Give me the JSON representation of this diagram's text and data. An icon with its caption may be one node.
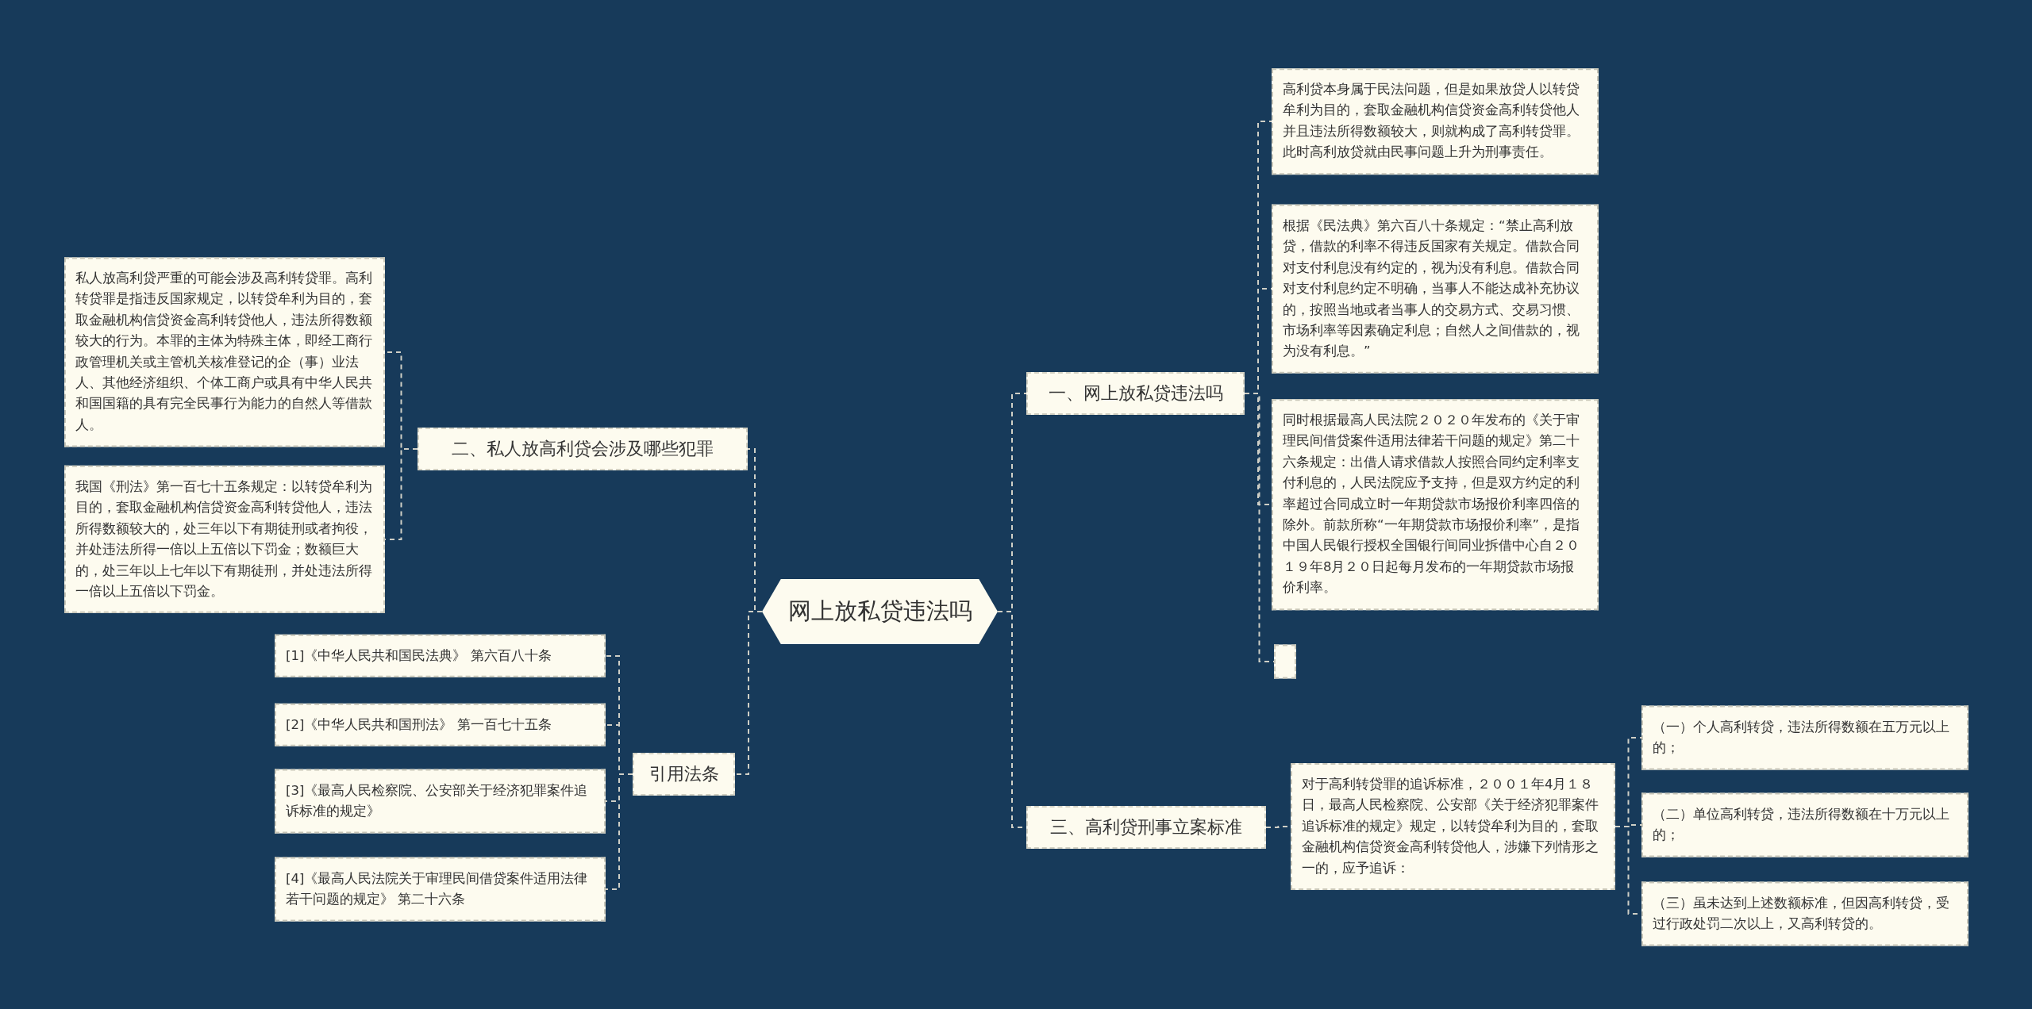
{
  "diagram": {
    "nodes": [
      {
        "text": [
          "网上放私贷违法吗"
        ]
      },
      {
        "text": [
          "一、网上放私贷违法吗"
        ]
      },
      {
        "text": [
          "高利贷本身属于民法问题，但是如果放贷人以转贷牟利为目的，套取金融机构信贷资金高利转贷他人并且违法所得数额较大，则就构成了高利转贷罪。此时高利放贷就由民事问题上升为刑事责任。"
        ]
      },
      {
        "text": [
          "根据《民法典》第六百八十条规定：“禁止高利放贷，借款的利率不得违反国家有关规定。借款合同对支付利息没有约定的，视为没有利息。借款合同对支付利息约定不明确，当事人不能达成补充协议的，按照当地或者当事人的交易方式、交易习惯、市场利率等因素确定利息；自然人之间借款的，视为没有利息。”"
        ]
      },
      {
        "text": [
          "同时根据最高人民法院２０２０年发布的《关于审理民间借贷案件适用法律若干问题的规定》第二十六条规定：出借人请求借款人按照合同约定利率支付利息的，人民法院应予支持，但是双方约定的利率超过合同成立时一年期贷款市场报价利率四倍的除外。前款所称“一年期贷款市场报价利率”，是指中国人民银行授权全国银行间同业拆借中心自２０１９年8月２０日起每月发布的一年期贷款市场报价利率。"
        ]
      },
      {
        "text": [],
        "shape": "box"
      },
      {
        "text": [
          "二、私人放高利贷会涉及哪些犯罪"
        ]
      },
      {
        "text": [
          "私人放高利贷严重的可能会涉及高利转贷罪。高利转贷罪是指违反国家规定，以转贷牟利为目的，套取金融机构信贷资金高利转贷他人，违法所得数额较大的行为。本罪的主体为特殊主体，即经工商行政管理机关或主管机关核准登记的企（事）业法人、其他经济组织、个体工商户或具有中华人民共和国国籍的具有完全民事行为能力的自然人等借款人。"
        ]
      },
      {
        "text": [
          "我国《刑法》第一百七十五条规定：以转贷牟利为目的，套取金融机构信贷资金高利转贷他人，违法所得数额较大的，处三年以下有期徒刑或者拘役，并处违法所得一倍以上五倍以下罚金；数额巨大的，处三年以上七年以下有期徒刑，并处违法所得一倍以上五倍以下罚金。"
        ]
      },
      {
        "text": [
          "引用法条"
        ]
      },
      {
        "text": [
          "[1]《中华人民共和国民法典》 第六百八十条"
        ]
      },
      {
        "text": [
          "[2]《中华人民共和国刑法》 第一百七十五条"
        ]
      },
      {
        "text": [
          "[3]《最高人民检察院、公安部关于经济犯罪案件追诉标准的规定》"
        ]
      },
      {
        "text": [
          "[4]《最高人民法院关于审理民间借贷案件适用法律若干问题的规定》 第二十六条"
        ]
      },
      {
        "text": [
          "三、高利贷刑事立案标准"
        ]
      },
      {
        "text": [
          "对于高利转贷罪的追诉标准，２００１年4月１８日，最高人民检察院、公安部《关于经济犯罪案件追诉标准的规定》规定，以转贷牟利为目的，套取金融机构信贷资金高利转贷他人，涉嫌下列情形之一的，应予追诉："
        ]
      },
      {
        "text": [
          "（一）个人高利转贷，违法所得数额在五万元以上的；"
        ]
      },
      {
        "text": [
          "（二）单位高利转贷，违法所得数额在十万元以上的；"
        ]
      },
      {
        "text": [
          "（三）虽未达到上述数额标准，但因高利转贷，受过行政处罚二次以上，又高利转贷的。"
        ]
      }
    ],
    "edges": [
      {
        "from": 0,
        "to": 1,
        "arrow": "none"
      },
      {
        "from": 1,
        "to": 2,
        "arrow": "none"
      },
      {
        "from": 1,
        "to": 3,
        "arrow": "none"
      },
      {
        "from": 1,
        "to": 4,
        "arrow": "none"
      },
      {
        "from": 1,
        "to": 5,
        "arrow": "none"
      },
      {
        "from": 0,
        "to": 6,
        "arrow": "none"
      },
      {
        "from": 6,
        "to": 7,
        "arrow": "none"
      },
      {
        "from": 6,
        "to": 8,
        "arrow": "none"
      },
      {
        "from": 0,
        "to": 9,
        "arrow": "none"
      },
      {
        "from": 9,
        "to": 10,
        "arrow": "none"
      },
      {
        "from": 9,
        "to": 11,
        "arrow": "none"
      },
      {
        "from": 9,
        "to": 12,
        "arrow": "none"
      },
      {
        "from": 9,
        "to": 13,
        "arrow": "none"
      },
      {
        "from": 0,
        "to": 14,
        "arrow": "none"
      },
      {
        "from": 14,
        "to": 15,
        "arrow": "none"
      },
      {
        "from": 15,
        "to": 16,
        "arrow": "none"
      },
      {
        "from": 15,
        "to": 17,
        "arrow": "none"
      },
      {
        "from": 15,
        "to": 18,
        "arrow": "none"
      }
    ]
  }
}
